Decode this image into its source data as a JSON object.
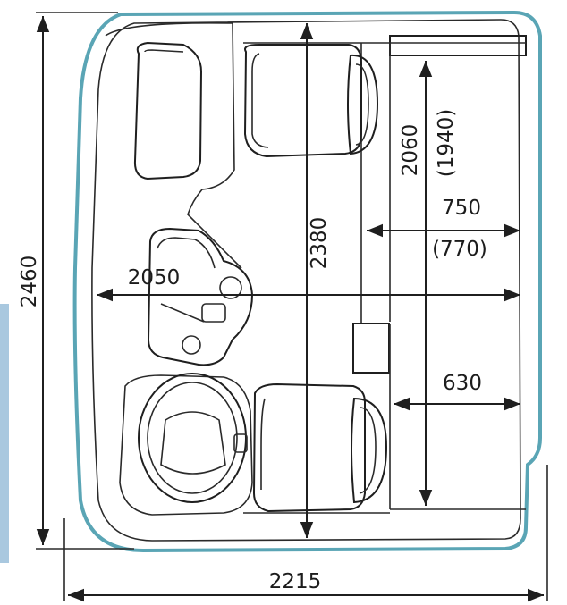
{
  "dimensions": {
    "overall_width": "2215",
    "overall_length": "2460",
    "interior_length": "2380",
    "interior_width": "2050",
    "seat_length": "2060",
    "seat_length_alt": "(1940)",
    "aisle_width": "750",
    "aisle_width_alt": "(770)",
    "bottom_gap": "630"
  },
  "colors": {
    "hull_outline": "#5aa5b5",
    "left_edge_band": "#a9c8df",
    "line": "#1f1f1f"
  }
}
